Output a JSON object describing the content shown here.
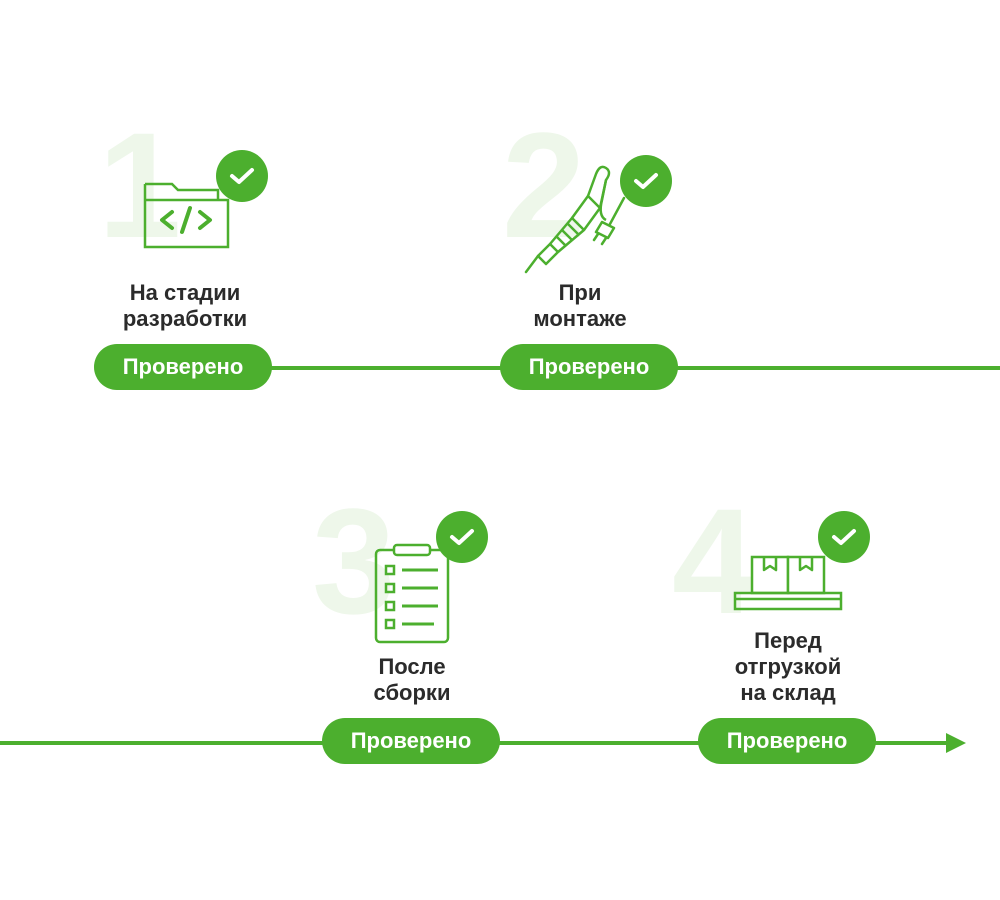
{
  "colors": {
    "accent": "#4caf2e",
    "number": "#eef7ea",
    "text": "#2b2b2b"
  },
  "steps": [
    {
      "number": "1",
      "label": "На стадии\nразработки",
      "status": "Проверено",
      "icon": "code-folder-icon"
    },
    {
      "number": "2",
      "label": "При\nмонтаже",
      "status": "Проверено",
      "icon": "soldering-iron-icon"
    },
    {
      "number": "3",
      "label": "После\nсборки",
      "status": "Проверено",
      "icon": "checklist-clipboard-icon"
    },
    {
      "number": "4",
      "label": "Перед\nотгрузкой\nна склад",
      "status": "Проверено",
      "icon": "boxes-pallet-icon"
    }
  ]
}
